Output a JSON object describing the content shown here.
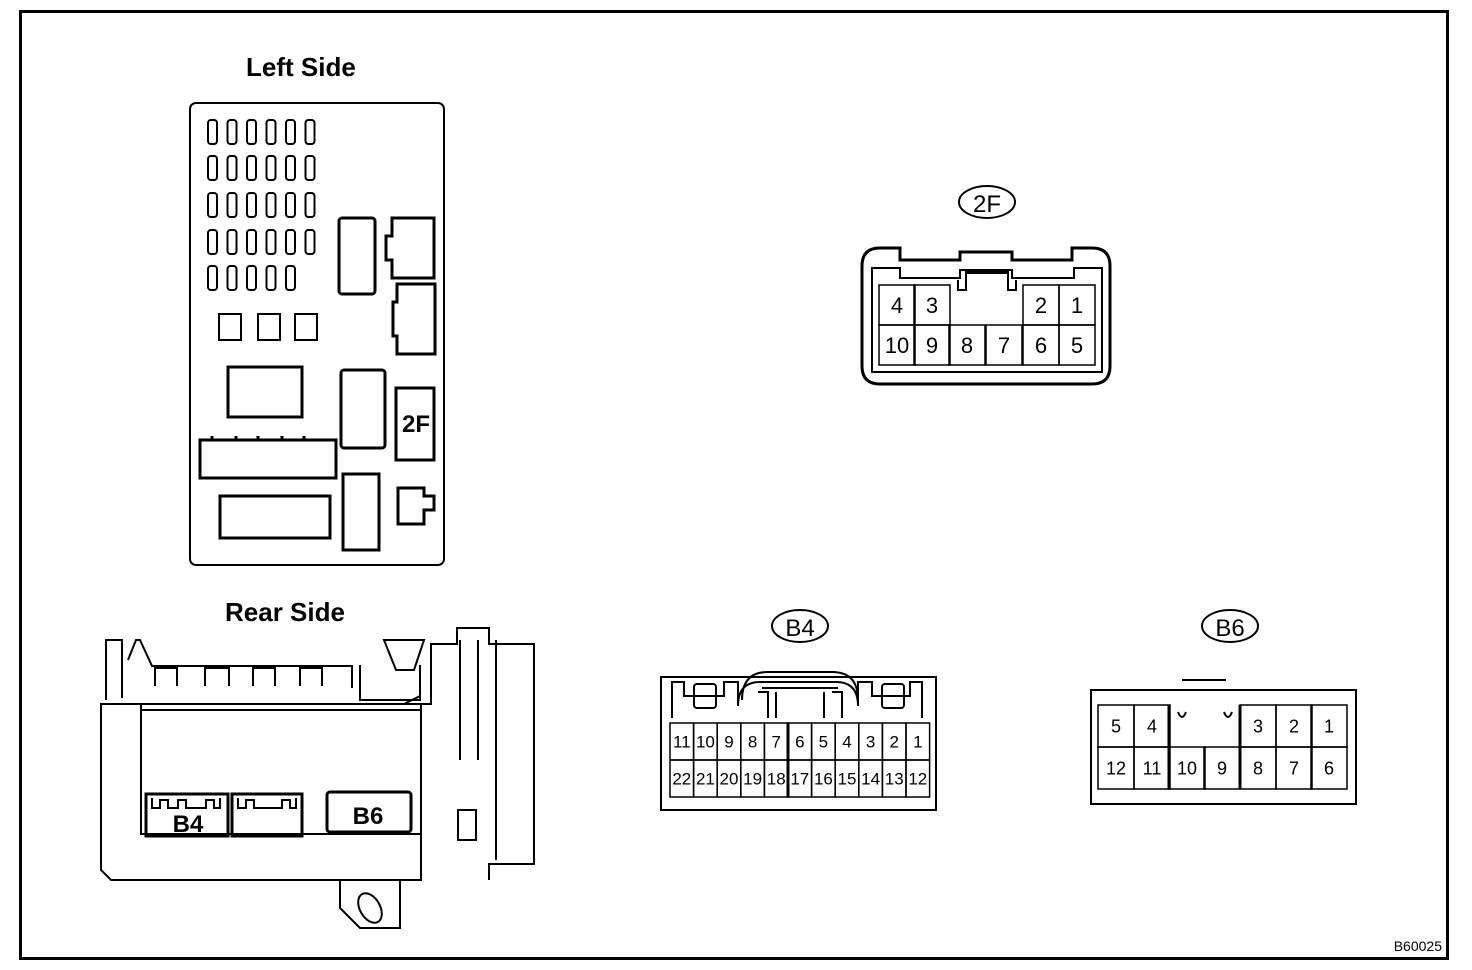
{
  "views": {
    "left_side_title": "Left Side",
    "rear_side_title": "Rear Side",
    "left_2f_label": "2F",
    "rear_b4_label": "B4",
    "rear_b6_label": "B6"
  },
  "connectors": {
    "c2f": {
      "code": "2F",
      "top_row": [
        "4",
        "3",
        "2",
        "1"
      ],
      "bottom_row": [
        "10",
        "9",
        "8",
        "7",
        "6",
        "5"
      ]
    },
    "b4": {
      "code": "B4",
      "top_row": [
        "11",
        "10",
        "9",
        "8",
        "7",
        "6",
        "5",
        "4",
        "3",
        "2",
        "1"
      ],
      "bottom_row": [
        "22",
        "21",
        "20",
        "19",
        "18",
        "17",
        "16",
        "15",
        "14",
        "13",
        "12"
      ]
    },
    "b6": {
      "code": "B6",
      "top_row": [
        "5",
        "4",
        "3",
        "2",
        "1"
      ],
      "bottom_row": [
        "12",
        "11",
        "10",
        "9",
        "8",
        "7",
        "6"
      ]
    }
  },
  "figure_code": "B60025",
  "colors": {
    "line": "#000000",
    "background": "#ffffff"
  }
}
